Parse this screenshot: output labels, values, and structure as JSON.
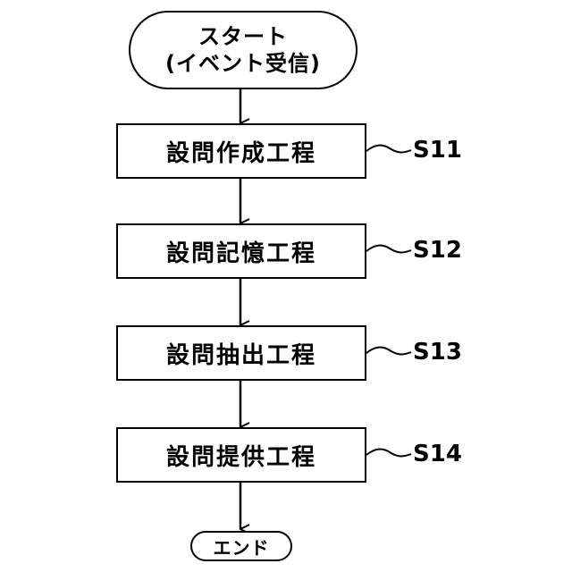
{
  "flowchart": {
    "start": {
      "line1": "スタート",
      "line2": "(イベント受信)"
    },
    "steps": [
      {
        "label": "設問作成工程",
        "ref": "S11"
      },
      {
        "label": "設問記憶工程",
        "ref": "S12"
      },
      {
        "label": "設問抽出工程",
        "ref": "S13"
      },
      {
        "label": "設問提供工程",
        "ref": "S14"
      }
    ],
    "end": {
      "label": "エンド"
    }
  }
}
